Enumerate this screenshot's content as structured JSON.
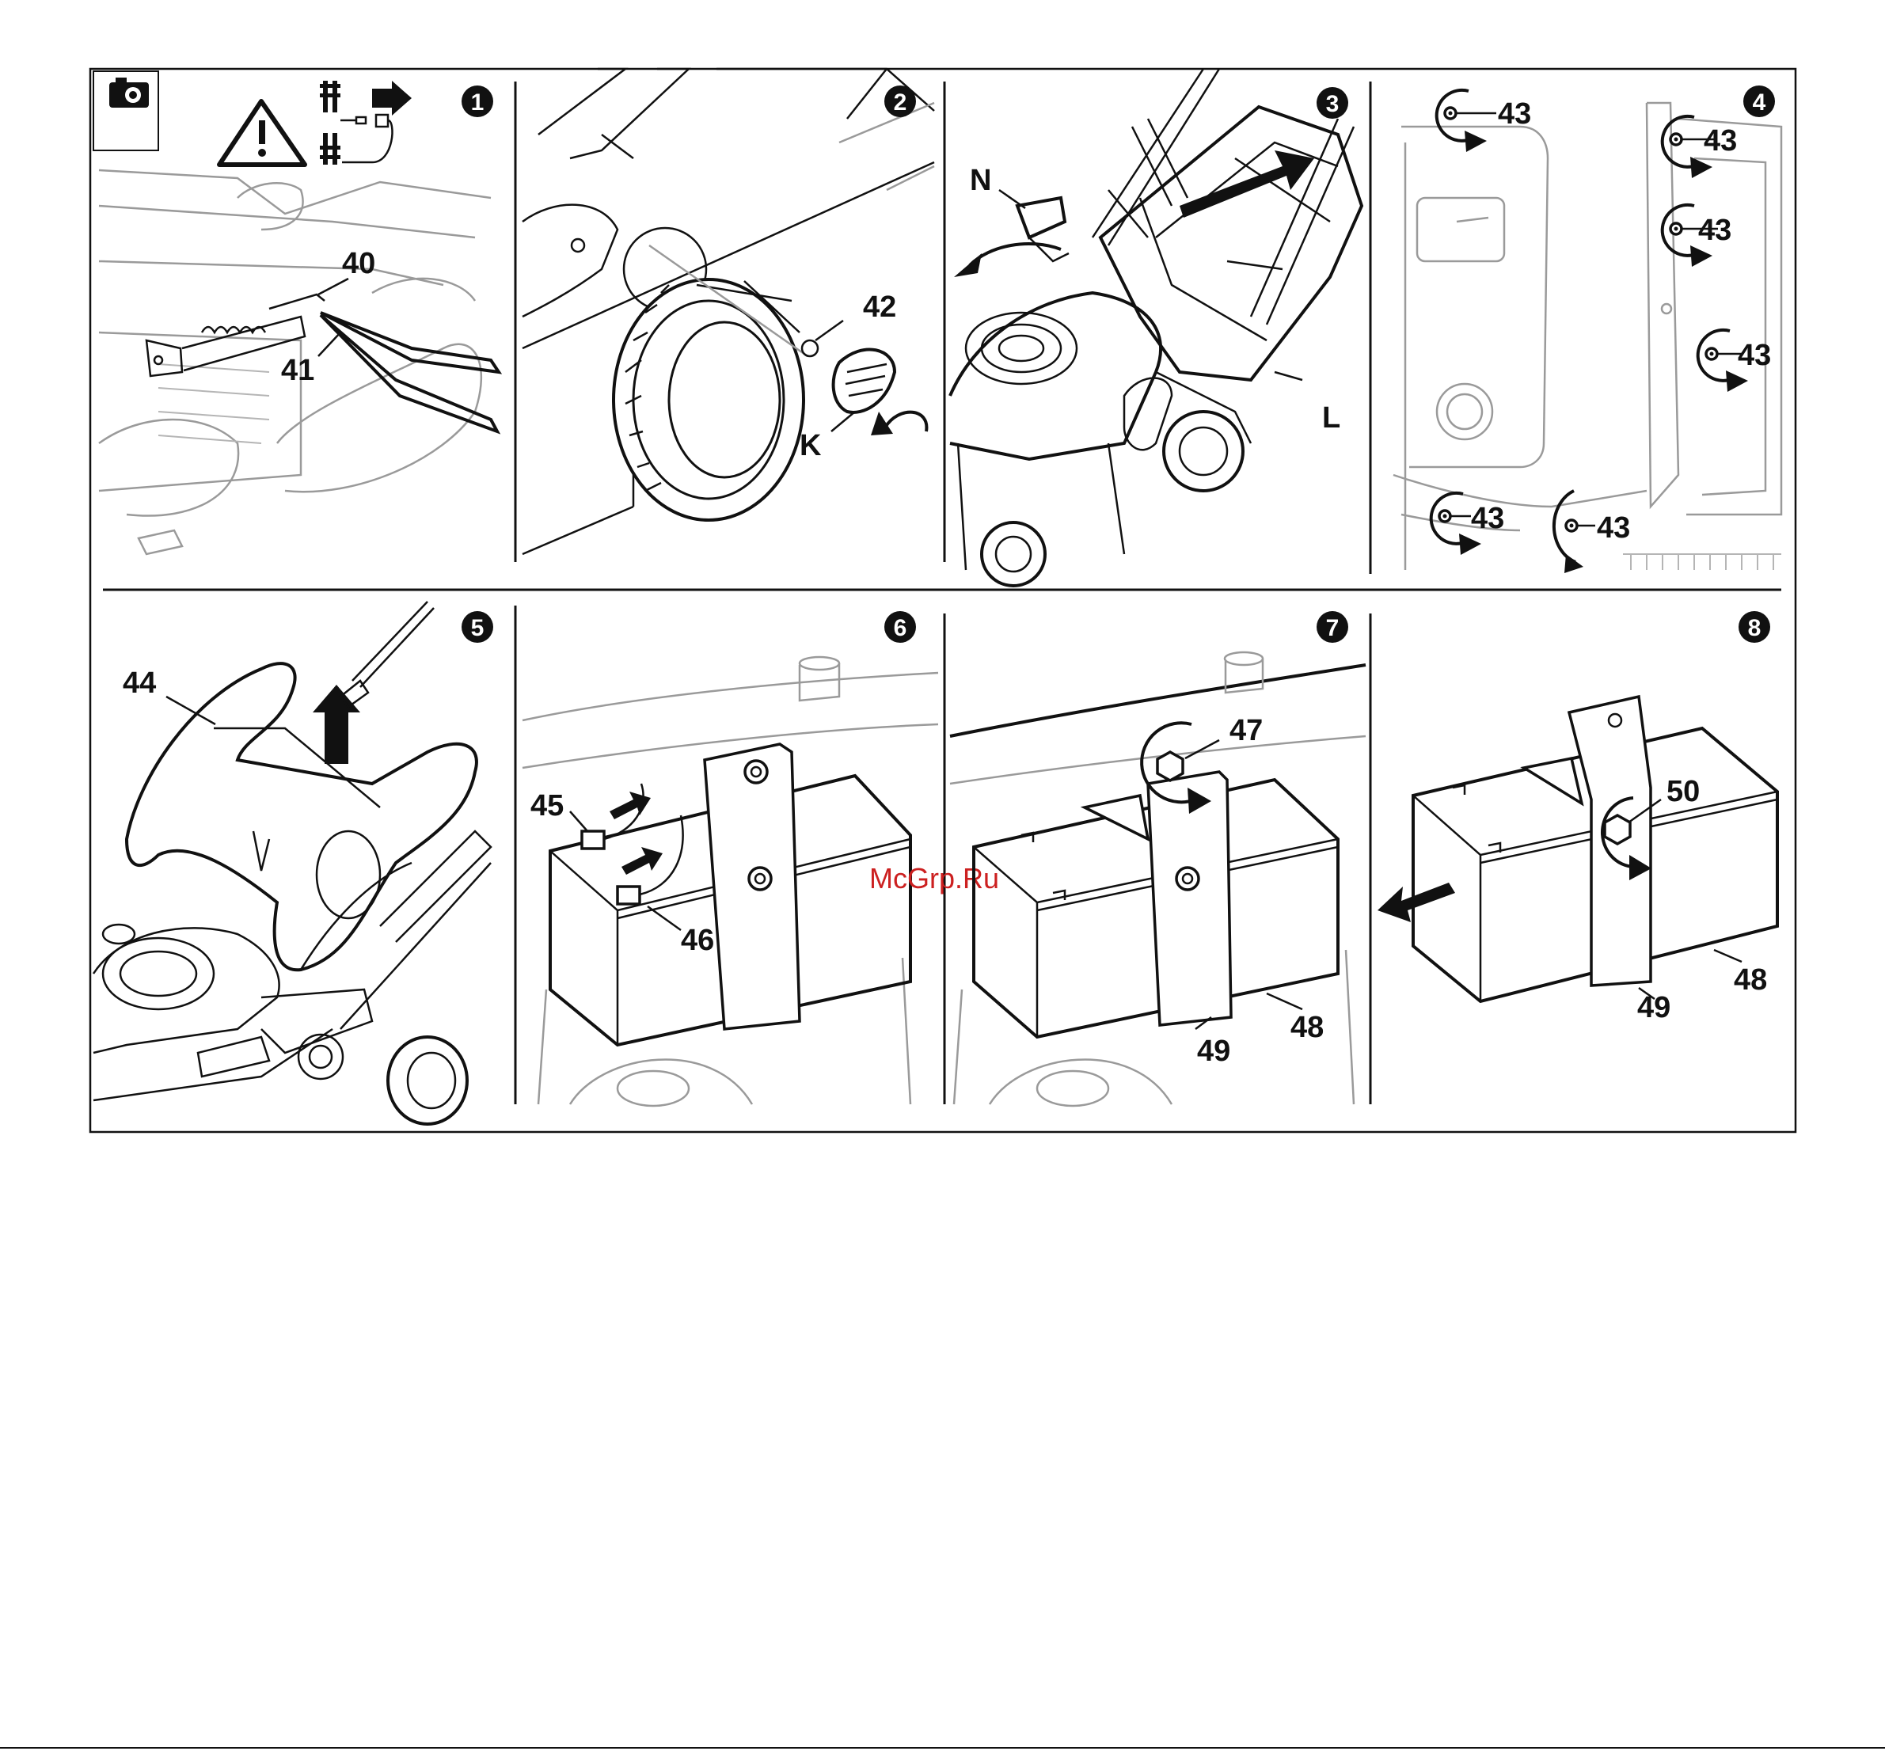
{
  "icons": {
    "camera": "camera-icon",
    "warning": "warning-triangle-icon",
    "disconnect": "disconnect-plug-icon",
    "rotate": "rotation-arrow-icon",
    "arrow": "direction-arrow-icon"
  },
  "colors": {
    "line": "#111111",
    "grey": "#9a9a9a",
    "watermark": "#cc2020"
  },
  "watermark": "McGrp.Ru",
  "steps": [
    {
      "number": "1",
      "labels": [
        "40",
        "41"
      ]
    },
    {
      "number": "2",
      "labels": [
        "42",
        "K"
      ]
    },
    {
      "number": "3",
      "labels": [
        "N",
        "L"
      ]
    },
    {
      "number": "4",
      "labels": [
        "43",
        "43",
        "43",
        "43",
        "43",
        "43"
      ]
    },
    {
      "number": "5",
      "labels": [
        "44"
      ]
    },
    {
      "number": "6",
      "labels": [
        "45",
        "46"
      ]
    },
    {
      "number": "7",
      "labels": [
        "47",
        "49",
        "48"
      ]
    },
    {
      "number": "8",
      "labels": [
        "50",
        "49",
        "48"
      ]
    }
  ]
}
